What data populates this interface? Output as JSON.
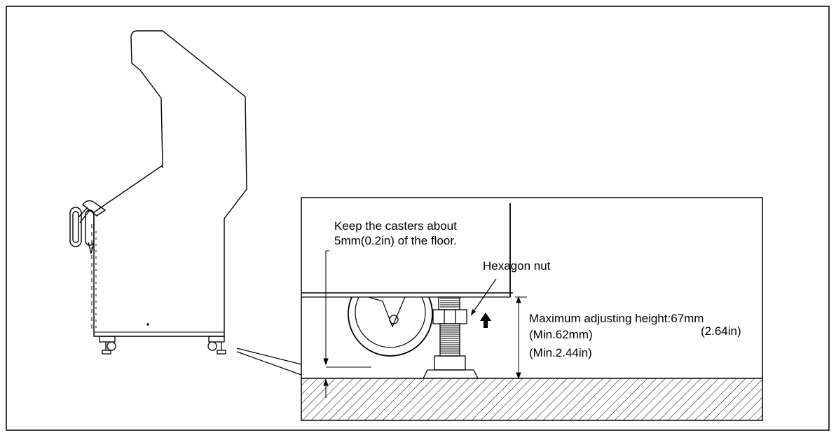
{
  "labels": {
    "keep_casters_line1": "Keep the casters about",
    "keep_casters_line2": "5mm(0.2in) of the floor.",
    "hexagon_nut": "Hexagon nut",
    "max_adjust": "Maximum adjusting height:67mm",
    "max_adjust_in": "(2.64in)",
    "min_mm": "(Min.62mm)",
    "min_in": "(Min.2.44in)"
  },
  "colors": {
    "line": "#000000",
    "background": "#ffffff"
  }
}
